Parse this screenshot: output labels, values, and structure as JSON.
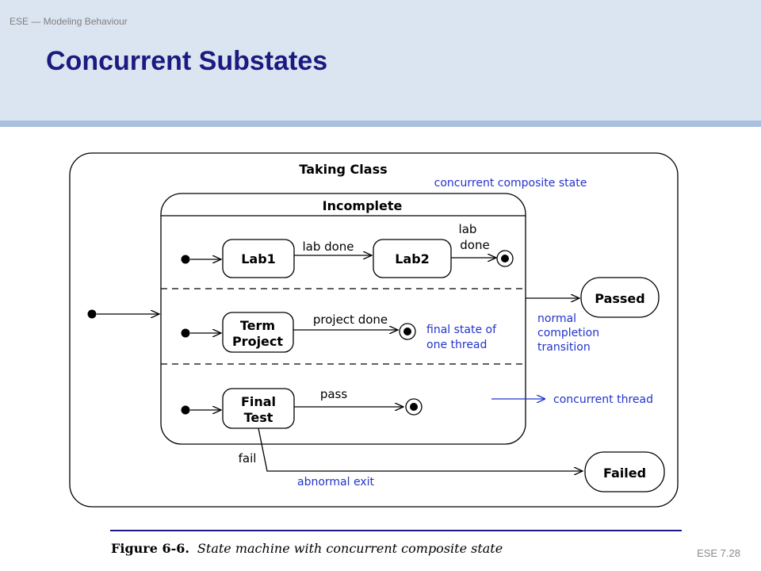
{
  "header": {
    "course_label": "ESE — Modeling Behaviour",
    "title": "Concurrent Substates"
  },
  "diagram": {
    "outer_state": "Taking Class",
    "composite_state": "Incomplete",
    "states": {
      "lab1": "Lab1",
      "lab2": "Lab2",
      "term_project_line1": "Term",
      "term_project_line2": "Project",
      "final_test_line1": "Final",
      "final_test_line2": "Test",
      "passed": "Passed",
      "failed": "Failed"
    },
    "events": {
      "lab_done": "lab done",
      "lab_done_2_line1": "lab",
      "lab_done_2_line2": "done",
      "project_done": "project done",
      "pass": "pass",
      "fail": "fail"
    },
    "annotations": {
      "concurrent_composite_state": "concurrent composite state",
      "final_state_line1": "final state of",
      "final_state_line2": "one thread",
      "normal_line1": "normal",
      "normal_line2": "completion",
      "normal_line3": "transition",
      "concurrent_thread": "concurrent thread",
      "abnormal_exit": "abnormal exit"
    },
    "colors": {
      "annotation": "#2233cc",
      "line": "#000000",
      "caption_rule": "#1a1a80"
    }
  },
  "caption": {
    "figure_label": "Figure 6-6.",
    "figure_text": "State machine with concurrent composite state"
  },
  "footer": {
    "page_number": "ESE 7.28"
  }
}
